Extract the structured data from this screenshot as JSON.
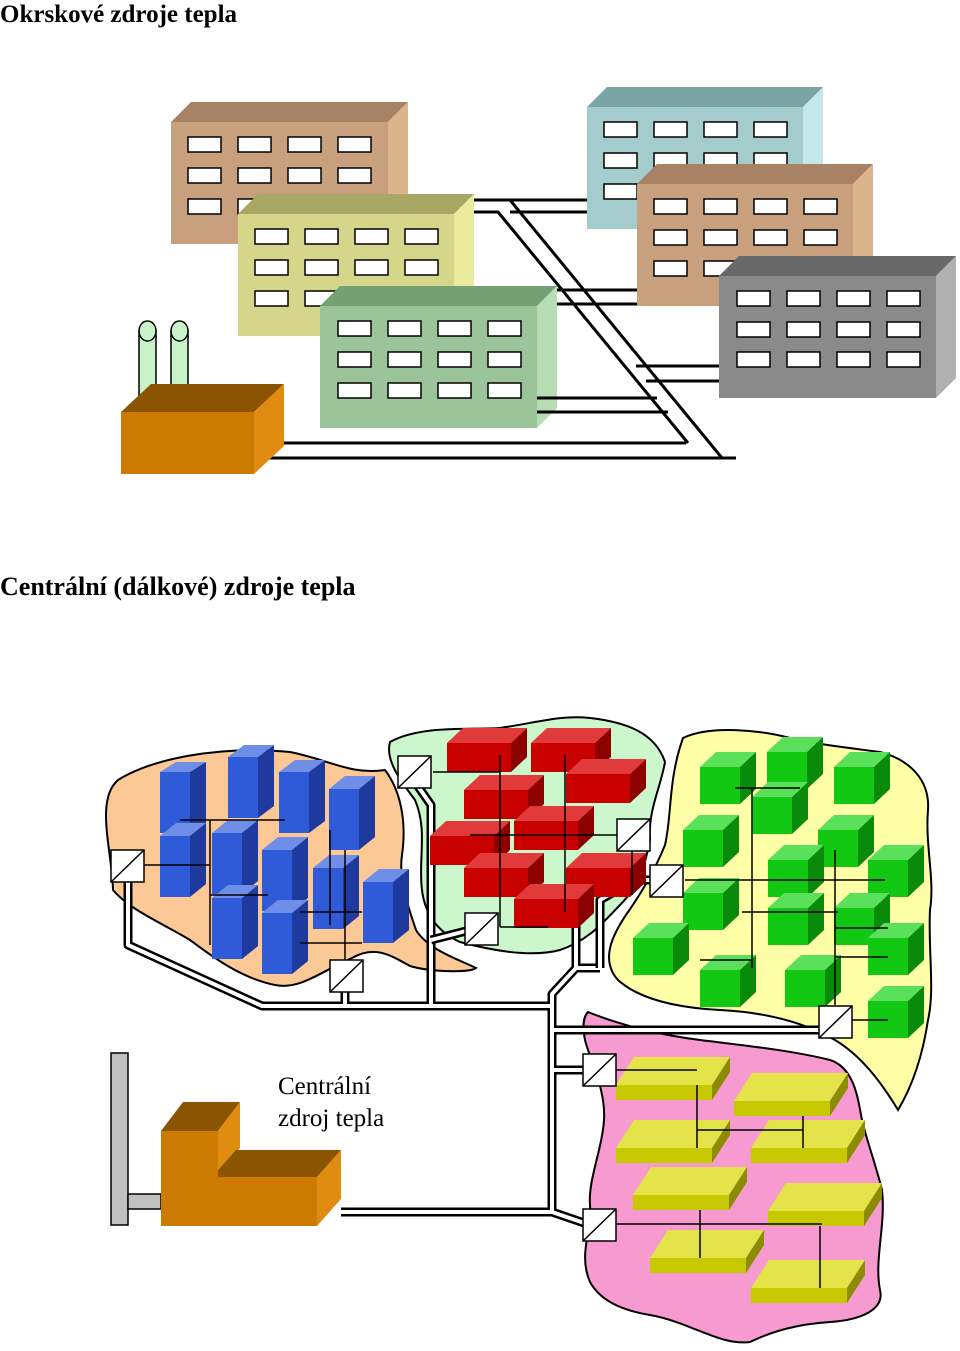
{
  "titles": {
    "district": "Okrskové zdroje tepla",
    "central": "Centrální (dálkové) zdroje tepla"
  },
  "central_source_label": [
    "Centrální",
    "zdroj tepla"
  ],
  "colors": {
    "building_brown": "#c9a07e",
    "building_olive": "#d6d68a",
    "building_green": "#9cc49a",
    "building_teal": "#a4cccc",
    "building_gray": "#8a8a8a",
    "boiler_orange": "#cc7a00",
    "chimney_green": "#c8f2c8",
    "zone_peach": "#fcc896",
    "zone_mint": "#ccf6cc",
    "zone_yellow": "#ffffa8",
    "zone_pink": "#f79ad0",
    "blocks_blue": "#2f5ad8",
    "blocks_red": "#c80000",
    "blocks_green": "#12c812",
    "blocks_olive": "#c8c800",
    "pipe": "#000000"
  }
}
